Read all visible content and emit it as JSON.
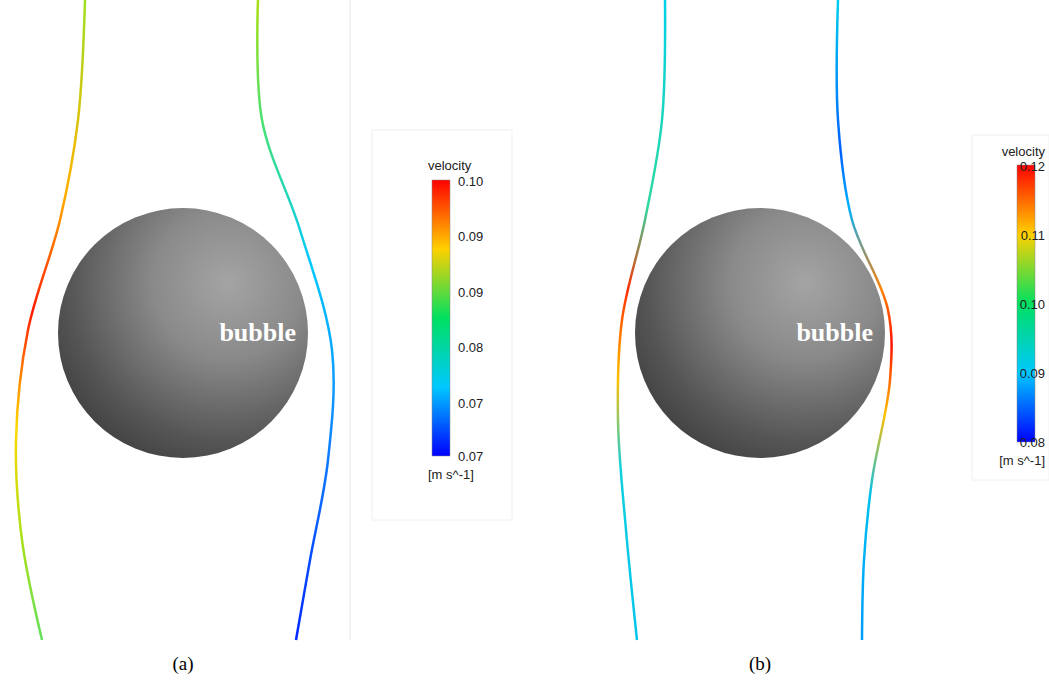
{
  "diagram": {
    "nodes": [
      {
        "text": [
          "bubble"
        ]
      },
      {
        "text": [
          "bubble"
        ]
      }
    ],
    "labels": [
      "velocity",
      "0.10",
      "0.09",
      "0.09",
      "0.08",
      "0.07",
      "0.07",
      "[m s^-1]",
      "(a)",
      "velocity",
      "0.12",
      "0.11",
      "0.10",
      "0.09",
      "0.08",
      "[m s^-1]",
      "(b)"
    ]
  }
}
